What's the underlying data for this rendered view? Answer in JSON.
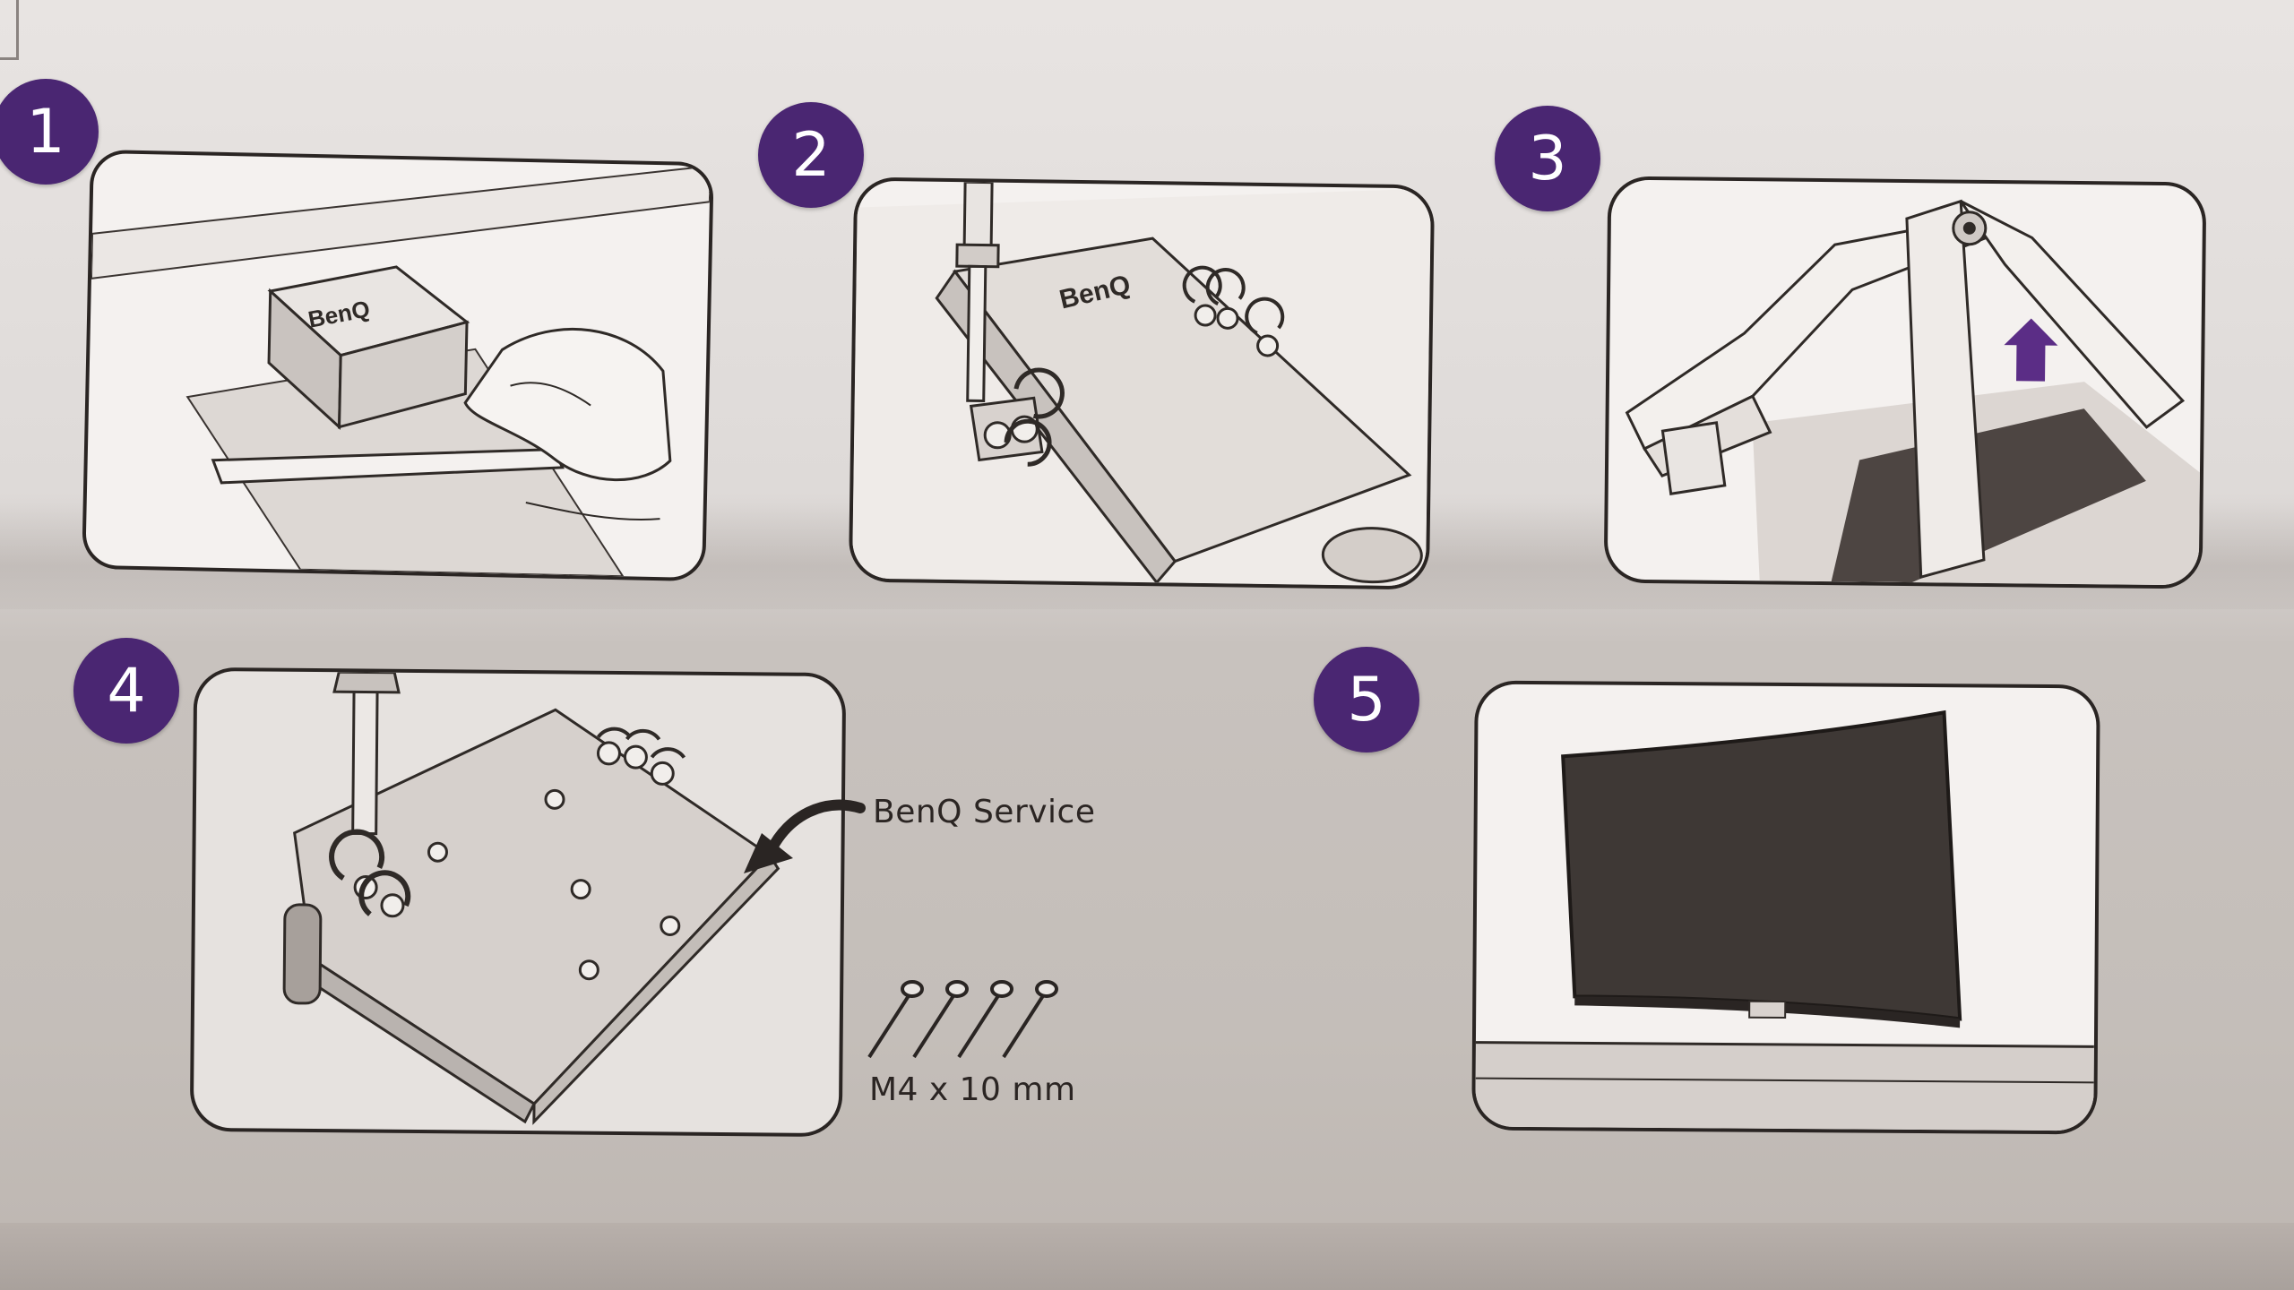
{
  "steps": [
    {
      "number": "1"
    },
    {
      "number": "2"
    },
    {
      "number": "3"
    },
    {
      "number": "4"
    },
    {
      "number": "5"
    }
  ],
  "brand_label": "BenQ",
  "service_label": "BenQ Service",
  "screw_spec": "M4 x 10 mm",
  "colors": {
    "badge": "#4a2672",
    "arrow": "#5b2d86",
    "line": "#2a2523",
    "panel": "#f4f1ef"
  }
}
